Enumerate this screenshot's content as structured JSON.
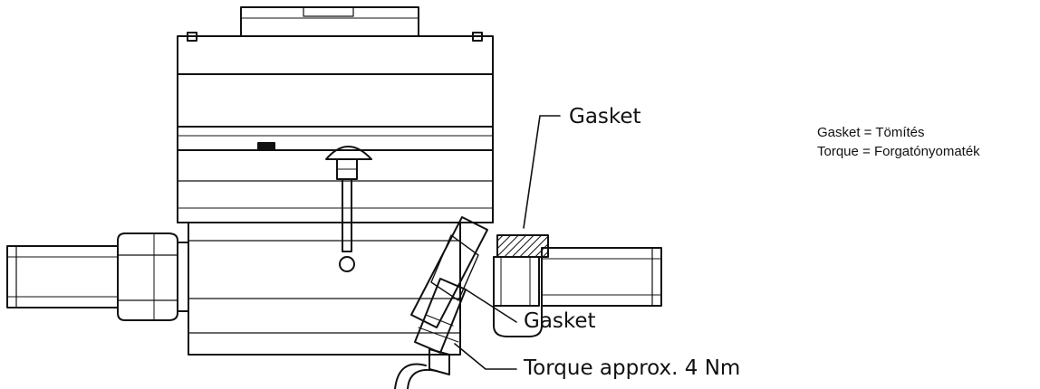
{
  "callouts": {
    "gasket_top": "Gasket",
    "gasket_bottom": "Gasket",
    "torque": "Torque approx. 4 Nm"
  },
  "legend": {
    "line1": "Gasket = Tömítés",
    "line2": "Torque = Forgatónyomaték"
  },
  "colors": {
    "ink": "#111111",
    "background": "#ffffff"
  }
}
